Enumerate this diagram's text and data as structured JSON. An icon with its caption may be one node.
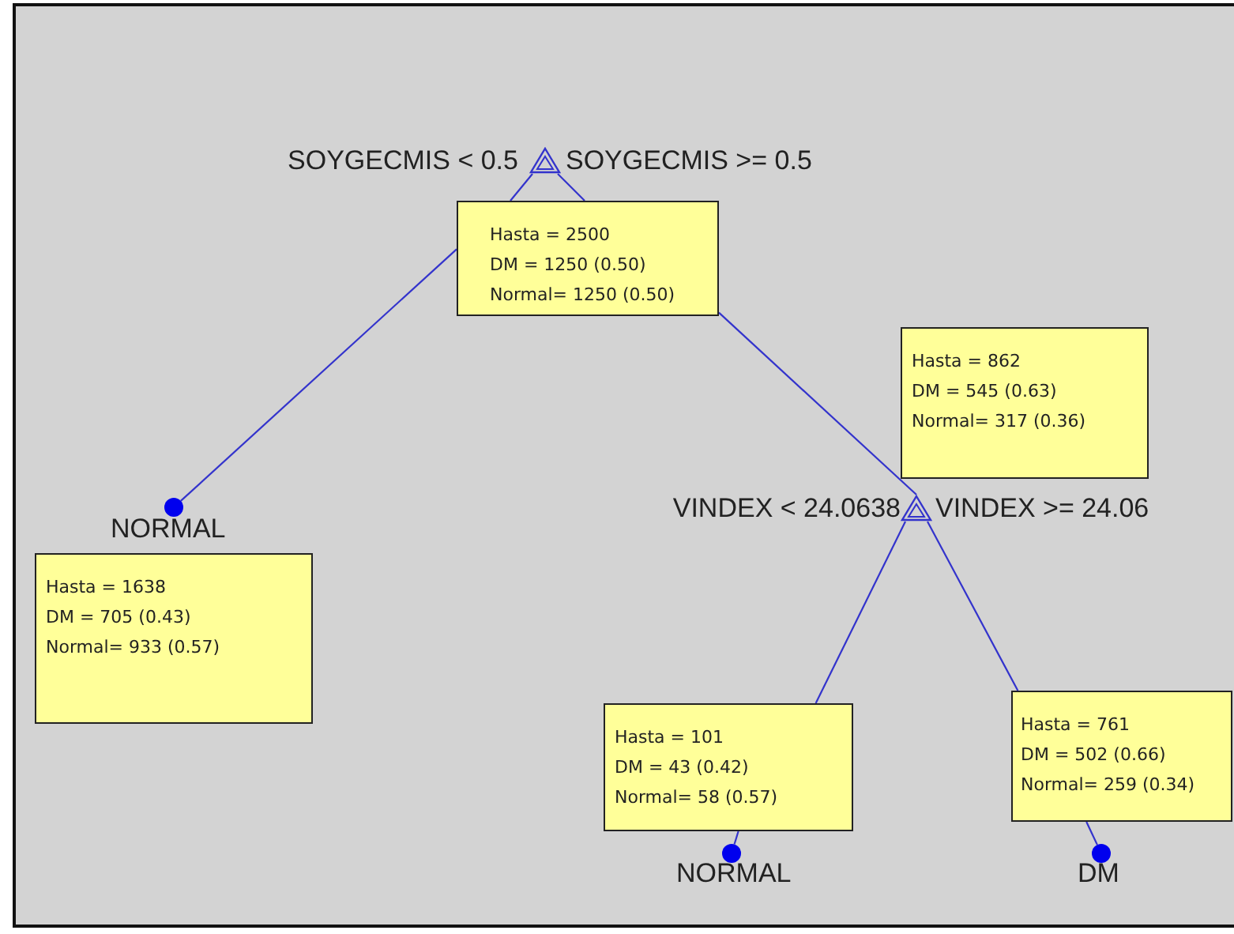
{
  "diagram": {
    "nodes": [
      {
        "text": [],
        "shape": "triangle",
        "beside": [
          "SOYGECMIS < 0.5",
          "SOYGECMIS >= 0.5"
        ]
      },
      {
        "text": [
          "Hasta = 2500",
          "DM = 1250 (0.50)",
          "Normal= 1250 (0.50)"
        ]
      },
      {
        "text": [],
        "shape": "circle",
        "beside": [
          "NORMAL"
        ]
      },
      {
        "text": [
          "Hasta = 1638",
          "DM = 705 (0.43)",
          "Normal= 933 (0.57)"
        ]
      },
      {
        "text": [
          "Hasta = 862",
          "DM = 545 (0.63)",
          "Normal= 317 (0.36)"
        ]
      },
      {
        "text": [],
        "shape": "triangle",
        "beside": [
          "VINDEX < 24.0638",
          "VINDEX >= 24.06"
        ]
      },
      {
        "text": [
          "Hasta = 101",
          "DM = 43 (0.42)",
          "Normal= 58 (0.57)"
        ]
      },
      {
        "text": [],
        "shape": "circle",
        "beside": [
          "NORMAL"
        ]
      },
      {
        "text": [
          "Hasta = 761",
          "DM = 502 (0.66)",
          "Normal= 259 (0.34)"
        ]
      },
      {
        "text": [],
        "shape": "circle",
        "beside": [
          "DM"
        ]
      }
    ],
    "edges": [
      {
        "from": 0,
        "to": 1,
        "arrow": "none"
      },
      {
        "from": 0,
        "to": 1,
        "arrow": "none"
      },
      {
        "from": 1,
        "to": 2,
        "arrow": "none"
      },
      {
        "from": 1,
        "to": 5,
        "arrow": "none"
      },
      {
        "from": 5,
        "to": 6,
        "arrow": "none"
      },
      {
        "from": 6,
        "to": 7,
        "arrow": "none"
      },
      {
        "from": 5,
        "to": 8,
        "arrow": "none"
      },
      {
        "from": 8,
        "to": 9,
        "arrow": "none"
      }
    ]
  }
}
